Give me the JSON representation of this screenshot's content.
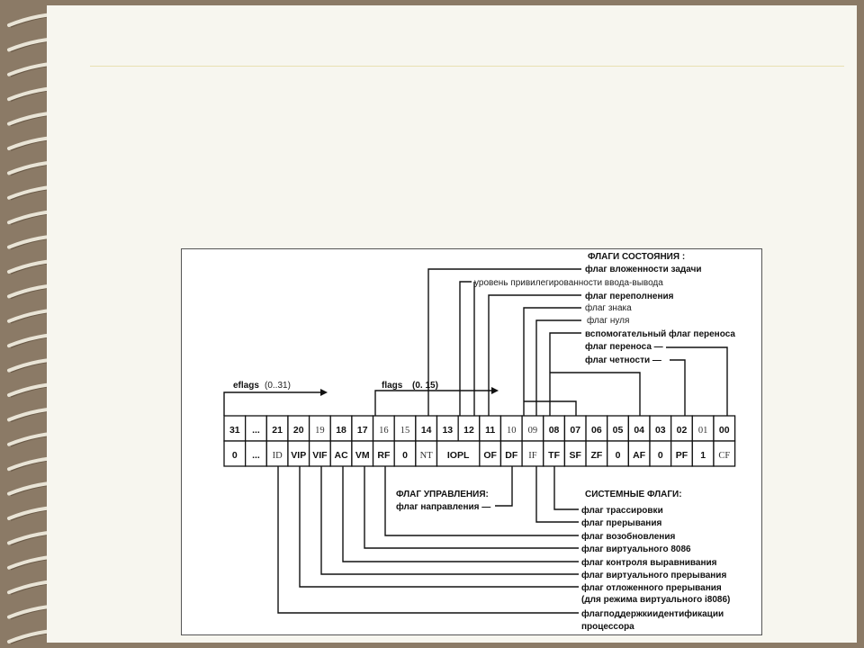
{
  "colors": {
    "frame": "#8b7a66",
    "paper": "#f7f6ef",
    "rule": "#e8e0b2",
    "ink": "#111111"
  },
  "arrows": {
    "eflags_label": "eflags",
    "eflags_range": "(0..31)",
    "flags_label": "flags",
    "flags_range": "(0. 15)"
  },
  "bits": [
    {
      "num": "31",
      "val": "0"
    },
    {
      "num": "...",
      "val": "..."
    },
    {
      "num": "21",
      "val": "ID"
    },
    {
      "num": "20",
      "val": "VIP"
    },
    {
      "num": "19",
      "val": "VIF"
    },
    {
      "num": "18",
      "val": "AC"
    },
    {
      "num": "17",
      "val": "VM"
    },
    {
      "num": "16",
      "val": "RF"
    },
    {
      "num": "15",
      "val": "0"
    },
    {
      "num": "14",
      "val": "NT"
    },
    {
      "num": "13",
      "val": ""
    },
    {
      "num": "12",
      "val": ""
    },
    {
      "num": "11",
      "val": "OF"
    },
    {
      "num": "10",
      "val": "DF"
    },
    {
      "num": "09",
      "val": "IF"
    },
    {
      "num": "08",
      "val": "TF"
    },
    {
      "num": "07",
      "val": "SF"
    },
    {
      "num": "06",
      "val": "ZF"
    },
    {
      "num": "05",
      "val": "0"
    },
    {
      "num": "04",
      "val": "AF"
    },
    {
      "num": "03",
      "val": "0"
    },
    {
      "num": "02",
      "val": "PF"
    },
    {
      "num": "01",
      "val": "1"
    },
    {
      "num": "00",
      "val": "CF"
    }
  ],
  "iopl_label": "IOPL",
  "status_flags": {
    "heading": "ФЛАГИ СОСТОЯНИЯ :",
    "items": [
      "флаг вложенности  задачи",
      "уровень привилегированности ввода-вывода",
      "флаг  переполнения",
      "флаг знака",
      "флаг нуля",
      "вспомогательный флаг переноса",
      "флаг  переноса —",
      "флаг  четности  —"
    ]
  },
  "control_flag": {
    "heading": "ФЛАГ УПРАВЛЕНИЯ:",
    "item": "флаг направления —"
  },
  "system_flags": {
    "heading": "СИСТЕМНЫЕ ФЛАГИ:",
    "items": [
      "флаг трассировки",
      "флаг прерывания",
      "флаг возобновления",
      "флаг виртуального 8086",
      "флаг контроля выравнивания",
      "флаг виртуального прерывания",
      "флаг отложенного прерывания",
      "(для режима виртуального i8086)",
      "флагподдержкиидентификации",
      "процессора"
    ]
  }
}
